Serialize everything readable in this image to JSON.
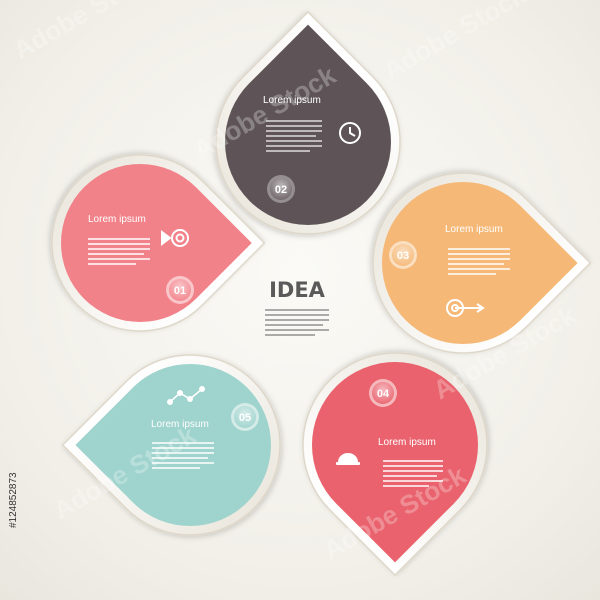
{
  "center": {
    "title": "IDEA"
  },
  "petals": [
    {
      "number": "01",
      "title": "Lorem ipsum",
      "color": "#f2828a",
      "icon": "target-play-icon"
    },
    {
      "number": "02",
      "title": "Lorem ipsum",
      "color": "#5e5457",
      "icon": "clock-icon"
    },
    {
      "number": "03",
      "title": "Lorem ipsum",
      "color": "#f5b877",
      "icon": "target-arrow-icon"
    },
    {
      "number": "04",
      "title": "Lorem ipsum",
      "color": "#e9626d",
      "icon": "hard-hat-icon"
    },
    {
      "number": "05",
      "title": "Lorem ipsum",
      "color": "#9fd3cd",
      "icon": "line-chart-icon"
    }
  ],
  "watermark": {
    "text": "Adobe Stock",
    "id": "#124852873"
  }
}
